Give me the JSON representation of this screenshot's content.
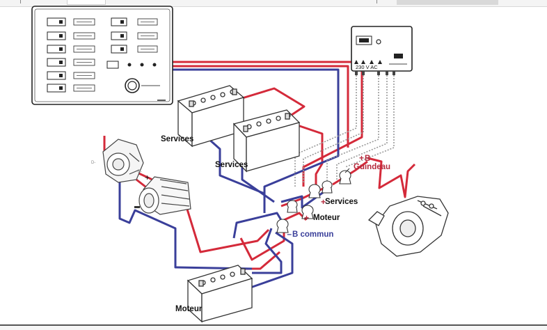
{
  "labels": {
    "services_1": "Services",
    "services_2": "Services",
    "services_3": "Services",
    "moteur_terminal": "Moteur",
    "b_commun": "B commun",
    "b_guindeau": "B",
    "guindeau": "Guindeau",
    "moteur_battery": "Moteur",
    "charger_voltage": "230 V AC"
  },
  "colors": {
    "positive_wire": "#d42a3a",
    "negative_wire": "#3a3f9a",
    "label_red": "#b52a3c",
    "label_blue": "#3a3f9a",
    "label_black": "#111111",
    "dotted_wire": "#999999"
  }
}
